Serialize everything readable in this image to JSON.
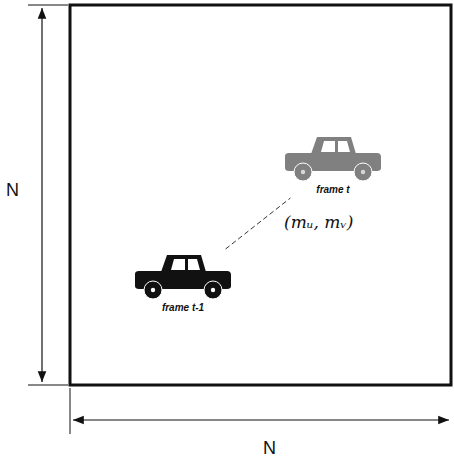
{
  "diagram": {
    "nodes": [
      {
        "text": [
          "frame t"
        ]
      },
      {
        "text": [
          "frame t-1"
        ]
      }
    ],
    "edges": [
      {
        "from": 1,
        "to": 0,
        "arrow": "none",
        "label": "(mᵤ, mᵥ)"
      }
    ],
    "labels": [
      "N",
      "N"
    ]
  }
}
